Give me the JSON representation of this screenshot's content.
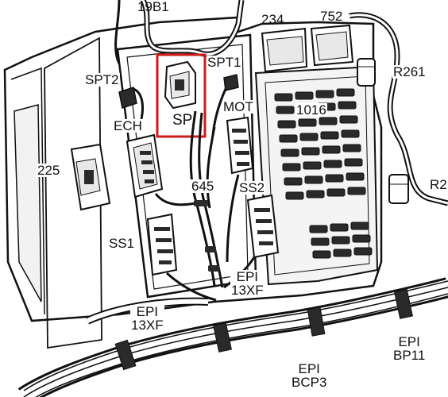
{
  "labels": {
    "19b1": "19B1",
    "234": "234",
    "752": "752",
    "spt2": "SPT2",
    "spt1": "SPT1",
    "mot": "MOT",
    "ech": "ECH",
    "sp": "SP",
    "1016": "1016",
    "r261": "R261",
    "r2": "R2",
    "225": "225",
    "645": "645",
    "ss2": "SS2",
    "ss1": "SS1",
    "epi_13xf_center_1": "EPI",
    "epi_13xf_center_2": "13XF",
    "epi_13xf_left_1": "EPI",
    "epi_13xf_left_2": "13XF",
    "epi_bcp3_1": "EPI",
    "epi_bcp3_2": "BCP3",
    "epi_bp11_1": "EPI",
    "epi_bp11_2": "BP11"
  },
  "colors": {
    "line": "#111111",
    "fill": "#ffffff",
    "shade": "#e8e8e8",
    "dark": "#2a2a2a",
    "highlight": "#d11a1a"
  }
}
